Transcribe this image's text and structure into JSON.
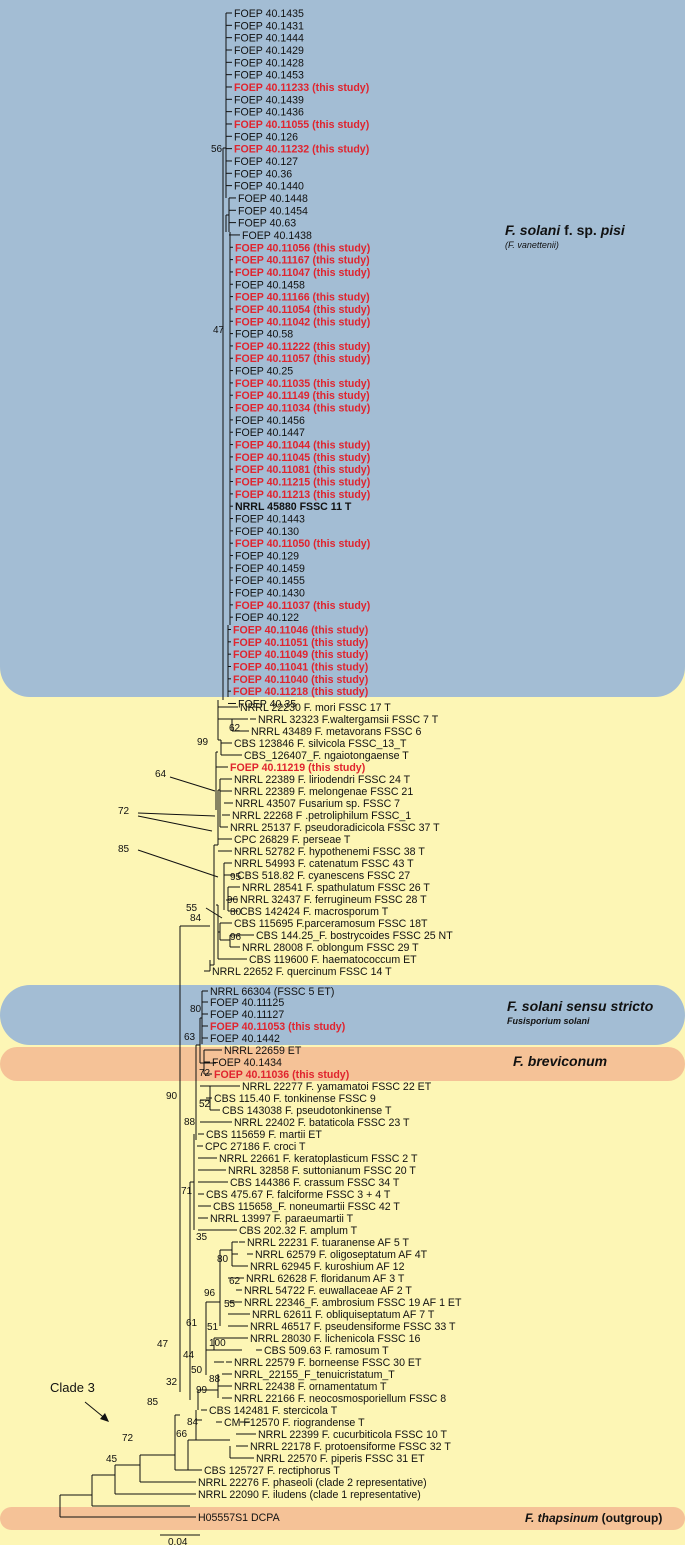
{
  "clades": {
    "pisi": {
      "title_italic": "F. solani",
      "title_mid": " f. sp. ",
      "title_italic2": "pisi",
      "sub": "(F. vanettenii)"
    },
    "sensu": {
      "title": "F. solani sensu stricto",
      "sub": "Fusisporium solani"
    },
    "brevi": {
      "title": "F. breviconum"
    },
    "thaps": {
      "title_italic": "F. thapsinum",
      "title_rest": " (outgroup)"
    }
  },
  "scale_label": "0.04",
  "clade3_label": "Clade 3",
  "pisi_taxa": [
    {
      "t": "FOEP 40.1435"
    },
    {
      "t": "FOEP 40.1431"
    },
    {
      "t": "FOEP 40.1444"
    },
    {
      "t": "FOEP 40.1429"
    },
    {
      "t": "FOEP 40.1428"
    },
    {
      "t": "FOEP 40.1453"
    },
    {
      "t": "FOEP 40.11233 (this study)",
      "r": 1
    },
    {
      "t": "FOEP 40.1439"
    },
    {
      "t": "FOEP 40.1436"
    },
    {
      "t": "FOEP 40.11055 (this study)",
      "r": 1
    },
    {
      "t": "FOEP 40.126"
    },
    {
      "t": "FOEP 40.11232 (this study)",
      "r": 1
    },
    {
      "t": "FOEP 40.127"
    },
    {
      "t": "FOEP 40.36"
    },
    {
      "t": "FOEP 40.1440"
    },
    {
      "t": "FOEP 40.1448"
    },
    {
      "t": "FOEP 40.1454"
    },
    {
      "t": "FOEP 40.63"
    },
    {
      "t": "FOEP 40.1438"
    },
    {
      "t": "FOEP 40.11056 (this study)",
      "r": 1
    },
    {
      "t": "FOEP 40.11167 (this study)",
      "r": 1
    },
    {
      "t": "FOEP 40.11047 (this study)",
      "r": 1
    },
    {
      "t": "FOEP 40.1458"
    },
    {
      "t": "FOEP 40.11166 (this study)",
      "r": 1
    },
    {
      "t": "FOEP 40.11054 (this study)",
      "r": 1
    },
    {
      "t": "FOEP 40.11042 (this study)",
      "r": 1
    },
    {
      "t": "FOEP 40.58"
    },
    {
      "t": "FOEP 40.11222 (this study)",
      "r": 1
    },
    {
      "t": "FOEP 40.11057 (this study)",
      "r": 1
    },
    {
      "t": "FOEP 40.25"
    },
    {
      "t": "FOEP 40.11035 (this study)",
      "r": 1
    },
    {
      "t": "FOEP 40.11149 (this study)",
      "r": 1
    },
    {
      "t": "FOEP 40.11034 (this study)",
      "r": 1
    },
    {
      "t": "FOEP 40.1456"
    },
    {
      "t": "FOEP 40.1447"
    },
    {
      "t": "FOEP 40.11044 (this study)",
      "r": 1
    },
    {
      "t": "FOEP 40.11045 (this study)",
      "r": 1
    },
    {
      "t": "FOEP 40.11081 (this study)",
      "r": 1
    },
    {
      "t": "FOEP 40.11215 (this study)",
      "r": 1
    },
    {
      "t": "FOEP 40.11213 (this study)",
      "r": 1
    },
    {
      "t": "NRRL 45880 FSSC 11 T",
      "b": 1
    },
    {
      "t": "FOEP 40.1443"
    },
    {
      "t": "FOEP 40.130"
    },
    {
      "t": "FOEP 40.11050 (this study)",
      "r": 1
    },
    {
      "t": "FOEP 40.129"
    },
    {
      "t": "FOEP 40.1459"
    },
    {
      "t": "FOEP 40.1455"
    },
    {
      "t": "FOEP 40.1430"
    },
    {
      "t": "FOEP 40.11037 (this study)",
      "r": 1
    },
    {
      "t": "FOEP 40.122"
    },
    {
      "t": "FOEP 40.11046 (this study)",
      "r": 1
    },
    {
      "t": "FOEP 40.11051 (this study)",
      "r": 1
    },
    {
      "t": "FOEP 40.11049 (this study)",
      "r": 1
    },
    {
      "t": "FOEP 40.11041 (this study)",
      "r": 1
    },
    {
      "t": "FOEP 40.11040 (this study)",
      "r": 1
    },
    {
      "t": "FOEP 40.11218 (this study)",
      "r": 1
    },
    {
      "t": "FOEP 40.35"
    }
  ],
  "other_taxa": [
    {
      "t": "NRRL 22230 F. mori FSSC 17 T"
    },
    {
      "t": "NRRL 32323 F.waltergamsii FSSC 7 T"
    },
    {
      "t": "NRRL 43489 F. metavorans FSSC 6"
    },
    {
      "t": "CBS 123846 F. silvicola FSSC_13_T"
    },
    {
      "t": "CBS_126407_F. ngaiotongaense T"
    },
    {
      "t": "FOEP 40.11219 (this study)",
      "r": 1
    },
    {
      "t": "NRRL 22389 F. liriodendri FSSC 24 T"
    },
    {
      "t": "NRRL 22389 F. melongenae FSSC 21"
    },
    {
      "t": "NRRL 43507 Fusarium sp. FSSC 7"
    },
    {
      "t": "NRRL 22268 F .petroliphilum FSSC_1"
    },
    {
      "t": "NRRL 25137 F. pseudoradicicola FSSC 37 T"
    },
    {
      "t": "CPC 26829 F. perseae T"
    },
    {
      "t": "NRRL 52782 F. hypothenemi FSSC 38 T"
    },
    {
      "t": "NRRL 54993 F. catenatum FSSC 43 T"
    },
    {
      "t": "CBS 518.82 F. cyanescens FSSC 27"
    },
    {
      "t": "NRRL 28541 F. spathulatum FSSC 26 T"
    },
    {
      "t": "NRRL 32437 F. ferrugineum FSSC 28 T"
    },
    {
      "t": "CBS 142424 F. macrosporum T"
    },
    {
      "t": "CBS 115695 F.parceramosum FSSC 18T"
    },
    {
      "t": "CBS 144.25_F. bostrycoides FSSC 25 NT"
    },
    {
      "t": "NRRL 28008 F. oblongum FSSC 29 T"
    },
    {
      "t": "CBS 119600 F. haematococcum ET"
    },
    {
      "t": "NRRL 22652 F. quercinum FSSC 14 T"
    },
    {
      "t": "NRRL 66304 (FSSC 5 ET)"
    },
    {
      "t": "FOEP 40.11125"
    },
    {
      "t": "FOEP 40.11127"
    },
    {
      "t": "FOEP 40.11053 (this study)",
      "r": 1
    },
    {
      "t": "FOEP 40.1442"
    },
    {
      "t": "NRRL 22659 ET"
    },
    {
      "t": "FOEP 40.1434"
    },
    {
      "t": "FOEP 40.11036 (this study)",
      "r": 1
    },
    {
      "t": "NRRL 22277 F. yamamatoi FSSC 22 ET"
    },
    {
      "t": "CBS 115.40 F. tonkinense FSSC 9"
    },
    {
      "t": "CBS 143038 F. pseudotonkinense T"
    },
    {
      "t": "NRRL 22402 F. bataticola FSSC 23 T"
    },
    {
      "t": "CBS 115659 F. martii ET"
    },
    {
      "t": "CPC 27186 F. croci T"
    },
    {
      "t": "NRRL 22661 F. keratoplasticum FSSC 2 T"
    },
    {
      "t": "NRRL 32858 F. suttonianum FSSC 20 T"
    },
    {
      "t": "CBS 144386 F. crassum FSSC 34 T"
    },
    {
      "t": "CBS 475.67 F. falciforme FSSC 3 + 4 T"
    },
    {
      "t": "CBS 115658_F. noneumartii FSSC 42 T"
    },
    {
      "t": "NRRL 13997 F. paraeumartii T"
    },
    {
      "t": "CBS 202.32 F. amplum T"
    },
    {
      "t": "NRRL 22231 F. tuaranense AF 5 T"
    },
    {
      "t": "NRRL 62579 F. oligoseptatum AF 4T"
    },
    {
      "t": "NRRL 62945 F. kuroshium AF 12"
    },
    {
      "t": "NRRL 62628 F. floridanum AF 3 T"
    },
    {
      "t": "NRRL 54722 F. euwallaceae AF 2 T"
    },
    {
      "t": "NRRL 22346_F. ambrosium FSSC 19 AF 1 ET"
    },
    {
      "t": "NRRL 62611 F. obliquiseptatum AF 7 T"
    },
    {
      "t": "NRRL 46517 F. pseudensiforme FSSC 33 T"
    },
    {
      "t": "NRRL 28030 F. lichenicola FSSC 16"
    },
    {
      "t": "CBS 509.63 F. ramosum T"
    },
    {
      "t": "NRRL 22579 F. borneense FSSC 30 ET"
    },
    {
      "t": "NRRL_22155_F_tenuicristatum_T"
    },
    {
      "t": "NRRL 22438 F. ornamentatum T"
    },
    {
      "t": "NRRL 22166 F. neocosmosporiellum FSSC 8"
    },
    {
      "t": "CBS 142481 F. stercicola T"
    },
    {
      "t": "CM F12570 F. riograndense T"
    },
    {
      "t": "NRRL 22399 F. cucurbiticola FSSC 10 T"
    },
    {
      "t": "NRRL 22178 F. protoensiforme FSSC 32 T"
    },
    {
      "t": "NRRL 22570 F. piperis FSSC 31 ET"
    },
    {
      "t": "CBS 125727 F. rectiphorus T"
    },
    {
      "t": "NRRL 22276 F. phaseoli (clade 2 representative)"
    },
    {
      "t": "NRRL 22090 F. iludens (clade 1 representative)"
    },
    {
      "t": "H05557S1 DCPA"
    }
  ],
  "bootstrap": [
    "56",
    "47",
    "62",
    "99",
    "64",
    "72",
    "85",
    "55",
    "95",
    "96",
    "80",
    "96",
    "84",
    "80",
    "63",
    "72",
    "90",
    "52",
    "88",
    "71",
    "35",
    "80",
    "62",
    "55",
    "51",
    "96",
    "61",
    "100",
    "44",
    "50",
    "88",
    "99",
    "84",
    "66",
    "32",
    "85",
    "47",
    "72",
    "45"
  ]
}
